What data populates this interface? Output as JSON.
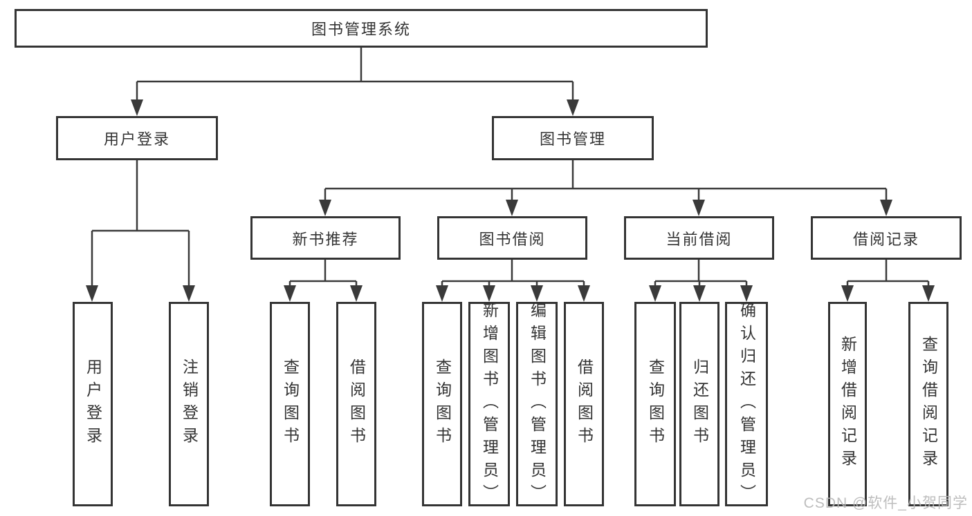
{
  "diagram": {
    "root": {
      "label": "图书管理系统"
    },
    "level2": [
      {
        "id": "user-login",
        "label": "用户登录"
      },
      {
        "id": "book-management",
        "label": "图书管理"
      }
    ],
    "level3": [
      {
        "id": "new-book-recommend",
        "label": "新书推荐"
      },
      {
        "id": "book-borrow",
        "label": "图书借阅"
      },
      {
        "id": "current-borrow",
        "label": "当前借阅"
      },
      {
        "id": "borrow-records",
        "label": "借阅记录"
      }
    ],
    "leaves": {
      "user_login": [
        "用户登录",
        "注销登录"
      ],
      "new_books": [
        "查询图书",
        "借阅图书"
      ],
      "book_borrow": [
        "查询图书",
        "新增图书（管理员）",
        "编辑图书（管理员）",
        "借阅图书"
      ],
      "current_borrow": [
        "查询图书",
        "归还图书",
        "确认归还（管理员）"
      ],
      "borrow_records": [
        "新增借阅记录",
        "查询借阅记录"
      ]
    }
  },
  "watermark": {
    "text": "CSDN @软件_小贺同学",
    "color": "#b8b8b8"
  },
  "colors": {
    "background": "#ffffff",
    "line": "#3a3a3a",
    "box_border": "#343434",
    "text": "#333333"
  }
}
